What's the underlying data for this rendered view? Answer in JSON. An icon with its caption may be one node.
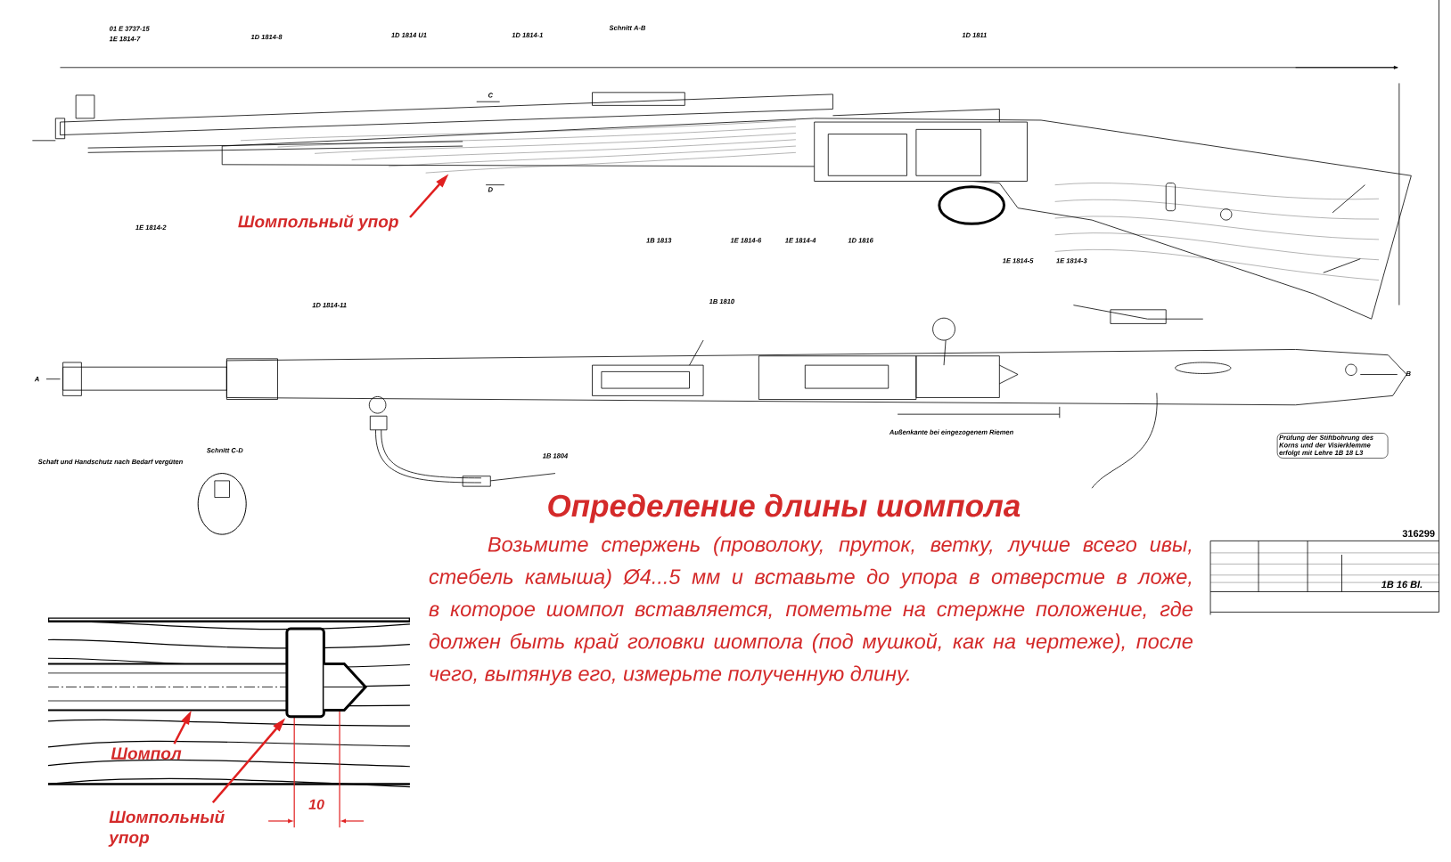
{
  "diagram": {
    "title": "Определение длины шомпола",
    "nodes": [
      {
        "text": [
          "Шомпольный упор"
        ]
      },
      {
        "text": [
          "Шомпол"
        ]
      },
      {
        "text": [
          "Шомпольный упор"
        ]
      },
      {
        "text": [
          "Prüfung der Stiftbohrung des Korns und der Visierklemme erfolgt mit Lehre 1B 18 L3"
        ]
      },
      {
        "text": [],
        "shape": "bar"
      },
      {
        "text": [],
        "shape": "picture"
      }
    ],
    "edges": [
      {
        "from": 0,
        "to": null,
        "arrow": "to"
      },
      {
        "from": 1,
        "to": 4,
        "arrow": "to"
      },
      {
        "from": 2,
        "to": 5,
        "arrow": "to"
      }
    ],
    "labels": [
      "01 E 3737-15",
      "1E 1814-7",
      "1D 1814-8",
      "1D 1814 U1",
      "1D 1814-1",
      "Schnitt A-B",
      "1D 1811",
      "C",
      "D",
      "1E 1814-2",
      "1B 1813",
      "1E 1814-6",
      "1E 1814-4",
      "1D 1816",
      "1E 1814-5",
      "1E 1814-3",
      "1D 1814-11",
      "1B 1810",
      "A",
      "B",
      "Schnitt C-D",
      "Schaft und Handschutz nach Bedarf vergüten",
      "1B 1804",
      "Außenkante bei eingezogenem Riemen",
      "316299",
      "1B 16 Bl.",
      "10",
      "Возьмите стержень (проволоку, пруток, ветку, лучше всего ивы, стебель камыша) Ø4...5 мм и вставьте до упора в отверстие в ложе, в которое шомпол вставляется, пометьте на стержне положение, где должен быть край головки шомпола (под мушкой, как на чертеже), после чего, вытянув его, измерьте полученную длину."
    ]
  }
}
